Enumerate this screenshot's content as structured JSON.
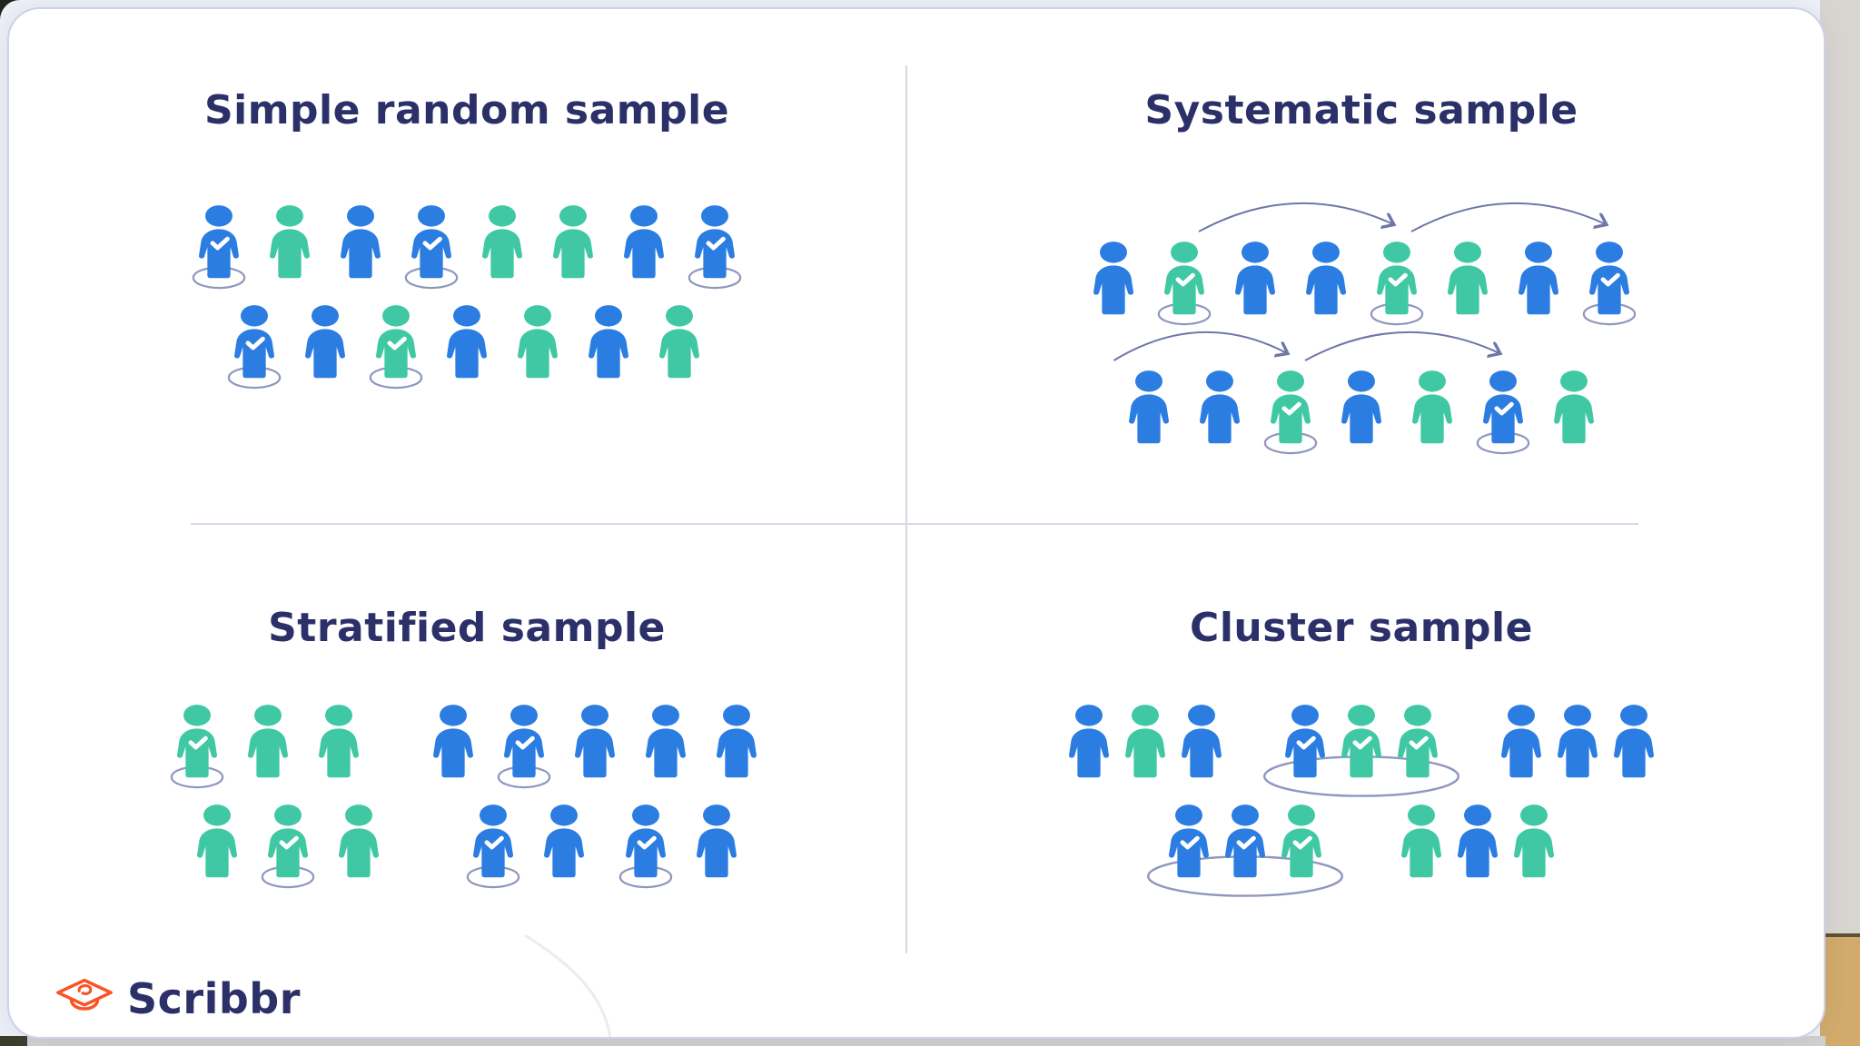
{
  "colors": {
    "blue": "#2b7de2",
    "teal": "#40c8a5",
    "navy": "#2b3068",
    "ring": "#9097bd",
    "arrow": "#6f77a8",
    "orange": "#f85426",
    "divider": "#d6d8e5"
  },
  "quadrants": [
    {
      "name": "simple-random-sample",
      "title": "Simple random sample",
      "rows": [
        {
          "people": [
            {
              "color": "blue",
              "check": true,
              "ring": true
            },
            {
              "color": "teal"
            },
            {
              "color": "blue"
            },
            {
              "color": "blue",
              "check": true,
              "ring": true
            },
            {
              "color": "teal"
            },
            {
              "color": "teal"
            },
            {
              "color": "blue"
            },
            {
              "color": "blue",
              "check": true,
              "ring": true
            }
          ]
        },
        {
          "people": [
            {
              "color": "blue",
              "check": true,
              "ring": true
            },
            {
              "color": "blue"
            },
            {
              "color": "teal",
              "check": true,
              "ring": true
            },
            {
              "color": "blue"
            },
            {
              "color": "teal"
            },
            {
              "color": "blue"
            },
            {
              "color": "teal"
            }
          ]
        }
      ]
    },
    {
      "name": "systematic-sample",
      "title": "Systematic sample",
      "rows": [
        {
          "people": [
            {
              "color": "blue"
            },
            {
              "color": "teal",
              "check": true,
              "ring": true
            },
            {
              "color": "blue"
            },
            {
              "color": "blue"
            },
            {
              "color": "teal",
              "check": true,
              "ring": true
            },
            {
              "color": "teal"
            },
            {
              "color": "blue"
            },
            {
              "color": "blue",
              "check": true,
              "ring": true
            }
          ],
          "arrows": [
            {
              "from": 1,
              "to": 4
            },
            {
              "from": 4,
              "to": 7
            }
          ]
        },
        {
          "people": [
            {
              "color": "blue"
            },
            {
              "color": "blue"
            },
            {
              "color": "teal",
              "check": true,
              "ring": true
            },
            {
              "color": "blue"
            },
            {
              "color": "teal"
            },
            {
              "color": "blue",
              "check": true,
              "ring": true
            },
            {
              "color": "teal"
            }
          ],
          "arrows": [
            {
              "from": -0.7,
              "to": 2
            },
            {
              "from": 2,
              "to": 5
            }
          ]
        }
      ]
    },
    {
      "name": "stratified-sample",
      "title": "Stratified sample",
      "rows": [
        {
          "groups": [
            {
              "people": [
                {
                  "color": "teal",
                  "check": true,
                  "ring": true
                },
                {
                  "color": "teal"
                },
                {
                  "color": "teal"
                }
              ]
            },
            {
              "gap": 48,
              "people": [
                {
                  "color": "blue"
                },
                {
                  "color": "blue",
                  "check": true,
                  "ring": true
                },
                {
                  "color": "blue"
                },
                {
                  "color": "blue"
                },
                {
                  "color": "blue"
                }
              ]
            }
          ]
        },
        {
          "groups": [
            {
              "people": [
                {
                  "color": "teal"
                },
                {
                  "color": "teal",
                  "check": true,
                  "ring": true
                },
                {
                  "color": "teal"
                }
              ]
            },
            {
              "gap": 70,
              "people": [
                {
                  "color": "blue",
                  "check": true,
                  "ring": true
                },
                {
                  "color": "blue"
                }
              ]
            },
            {
              "gap": 12,
              "people": [
                {
                  "color": "blue",
                  "check": true,
                  "ring": true
                },
                {
                  "color": "blue"
                }
              ]
            }
          ]
        }
      ]
    },
    {
      "name": "cluster-sample",
      "title": "Cluster sample",
      "rows": [
        {
          "groups": [
            {
              "people": [
                {
                  "color": "blue"
                },
                {
                  "color": "teal"
                },
                {
                  "color": "blue"
                }
              ]
            },
            {
              "gap": 52,
              "circled": true,
              "people": [
                {
                  "color": "blue",
                  "check": true
                },
                {
                  "color": "teal",
                  "check": true
                },
                {
                  "color": "teal",
                  "check": true
                }
              ]
            },
            {
              "gap": 52,
              "people": [
                {
                  "color": "blue"
                },
                {
                  "color": "blue"
                },
                {
                  "color": "blue"
                }
              ]
            }
          ]
        },
        {
          "groups": [
            {
              "circled": true,
              "people": [
                {
                  "color": "blue",
                  "check": true
                },
                {
                  "color": "blue",
                  "check": true
                },
                {
                  "color": "teal",
                  "check": true
                }
              ]
            },
            {
              "gap": 70,
              "people": [
                {
                  "color": "teal"
                },
                {
                  "color": "blue"
                },
                {
                  "color": "teal"
                }
              ]
            }
          ]
        }
      ]
    }
  ],
  "logo": {
    "brand": "Scribbr"
  }
}
